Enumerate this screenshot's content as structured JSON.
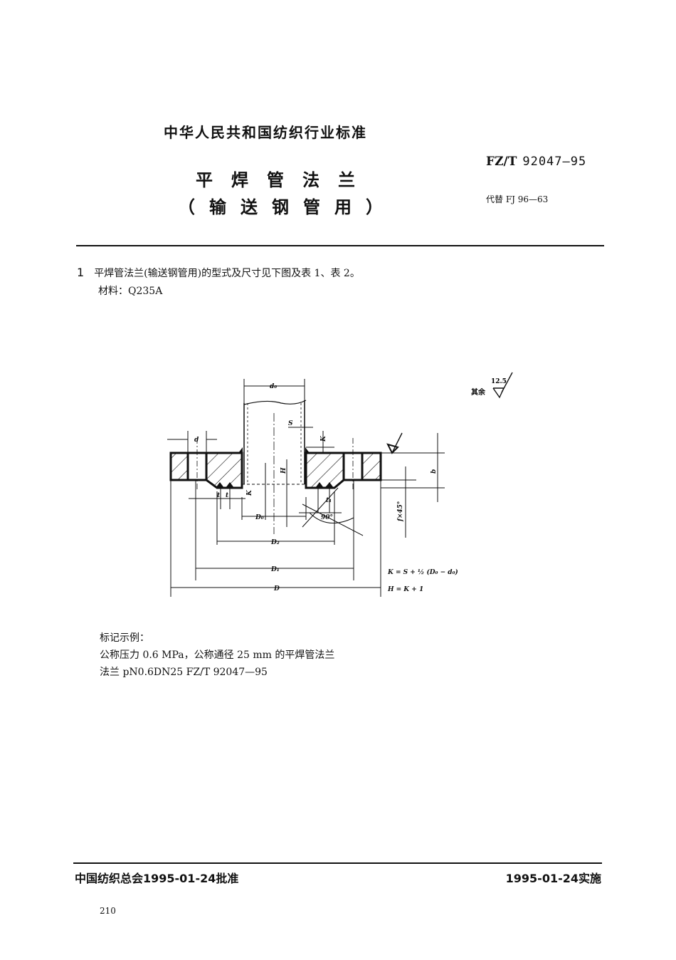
{
  "header": {
    "organization_title": "中华人民共和国纺织行业标准",
    "standard_prefix": "FZ/T",
    "standard_number": "92047—95",
    "title_line1": "平焊管法兰",
    "title_line2": "（输送钢管用）",
    "replaces": "代替 FJ 96—63"
  },
  "body": {
    "clause_number": "1",
    "clause_text": "平焊管法兰(输送钢管用)的型式及尺寸见下图及表 1、表 2。",
    "material": "材料：Q235A"
  },
  "drawing": {
    "roughness_label": "其余",
    "roughness_value": "12.5",
    "labels": {
      "d0": "d₀",
      "d": "d",
      "S": "S",
      "K": "K",
      "H": "H",
      "b": "b",
      "t": "t",
      "t1": "t₁",
      "D0": "D₀",
      "D2": "D₂",
      "D1": "D₁",
      "D": "D",
      "angle": "90°",
      "chamfer": "f×45°"
    },
    "formula_k": "K = S + ½ (D₀ − d₀)",
    "formula_h": "H = K + 1"
  },
  "example": {
    "heading": "标记示例：",
    "line1": "公称压力 0.6 MPa，公称通径 25 mm 的平焊管法兰",
    "line2": "法兰 pN0.6DN25 FZ/T 92047—95"
  },
  "footer": {
    "approved": "中国纺织总会1995-01-24批准",
    "effective": "1995-01-24实施",
    "page_number": "210"
  }
}
